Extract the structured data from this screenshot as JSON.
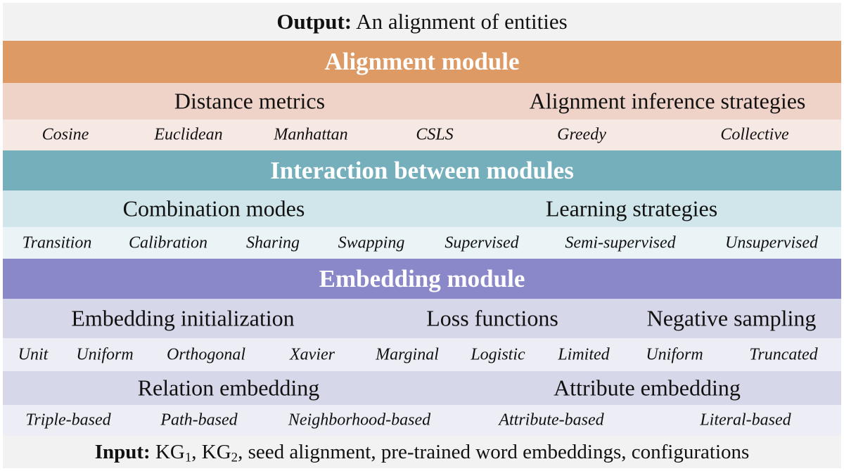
{
  "output": {
    "bold_label": "Output:",
    "text": " An alignment of entities"
  },
  "alignment_module": {
    "title": "Alignment module",
    "groups": [
      "Distance metrics",
      "Alignment inference strategies"
    ],
    "items": [
      "Cosine",
      "Euclidean",
      "Manhattan",
      "CSLS",
      "Greedy",
      "Collective"
    ]
  },
  "interaction": {
    "title": "Interaction between modules",
    "groups": [
      "Combination modes",
      "Learning strategies"
    ],
    "items": [
      "Transition",
      "Calibration",
      "Sharing",
      "Swapping",
      "Supervised",
      "Semi-supervised",
      "Unsupervised"
    ]
  },
  "embedding_module": {
    "title": "Embedding module",
    "groups_row1": [
      "Embedding initialization",
      "Loss functions",
      "Negative sampling"
    ],
    "items_row1": [
      "Unit",
      "Uniform",
      "Orthogonal",
      "Xavier",
      "Marginal",
      "Logistic",
      "Limited",
      "Uniform",
      "Truncated"
    ],
    "groups_row2": [
      "Relation embedding",
      "Attribute embedding"
    ],
    "items_row2": [
      "Triple-based",
      "Path-based",
      "Neighborhood-based",
      "Attribute-based",
      "Literal-based"
    ]
  },
  "input": {
    "bold_label": "Input:",
    "kg": "KG",
    "sub1": "1",
    "sub2": "2",
    "sep": ", ",
    "rest": ", seed alignment, pre-trained word embeddings, configurations"
  },
  "colors": {
    "alignment": "#de9a64",
    "interaction": "#74afbb",
    "embedding": "#8a88c9"
  }
}
